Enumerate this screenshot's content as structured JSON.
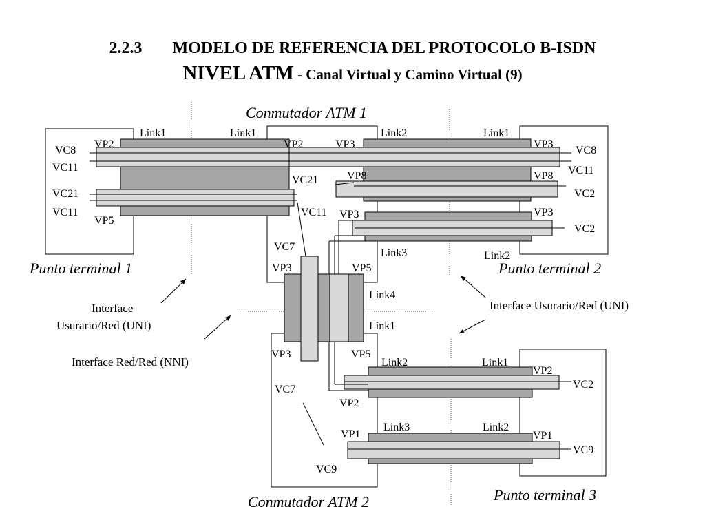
{
  "title": {
    "number": "2.2.3",
    "heading": "MODELO DE REFERENCIA DEL PROTOCOLO B-ISDN",
    "sub_big": "NIVEL ATM",
    "sub_rest": "- Canal Virtual y Camino Virtual (9)"
  },
  "captions": {
    "switch1": "Conmutador ATM 1",
    "switch2": "Conmutador ATM 2",
    "terminal1": "Punto terminal 1",
    "terminal2": "Punto terminal 2",
    "terminal3": "Punto terminal 3"
  },
  "interfaces": {
    "uni_left_line1": "Interface",
    "uni_left_line2": "Usurario/Red (UNI)",
    "nni": "Interface Red/Red (NNI)",
    "uni_right": "Interface Usurario/Red (UNI)"
  },
  "labels": {
    "t1_link1": "Link1",
    "t1_vp2": "VP2",
    "t1_vc8": "VC8",
    "t1_vc11a": "VC11",
    "t1_vc21": "VC21",
    "t1_vc11b": "VC11",
    "t1_vp5": "VP5",
    "s1_link1": "Link1",
    "s1_vp2": "VP2",
    "s1_vp3a": "VP3",
    "s1_link2": "Link2",
    "s1_vc21": "VC21",
    "s1_vp8": "VP8",
    "s1_vc11": "VC11",
    "s1_vp3b": "VP3",
    "s1_vc7": "VC7",
    "s1_link3": "Link3",
    "t2_link1": "Link1",
    "t2_vp3a": "VP3",
    "t2_vc8": "VC8",
    "t2_vc11": "VC11",
    "t2_vp8": "VP8",
    "t2_vc2a": "VC2",
    "t2_vp3b": "VP3",
    "t2_vc2b": "VC2",
    "t2_link2": "Link2",
    "s1_vp3c": "VP3",
    "s1_vp5": "VP5",
    "s2_link4": "Link4",
    "s2_link1": "Link1",
    "s2_vp3": "VP3",
    "s2_vp5": "VP5",
    "s2_link2": "Link2",
    "s2_vc7": "VC7",
    "s2_vp2": "VP2",
    "s2_vp1": "VP1",
    "s2_link3": "Link3",
    "s2_vc9": "VC9",
    "t3_link1": "Link1",
    "t3_vp2": "VP2",
    "t3_vc2": "VC2",
    "t3_link2": "Link2",
    "t3_vp1": "VP1",
    "t3_vc9": "VC9"
  }
}
